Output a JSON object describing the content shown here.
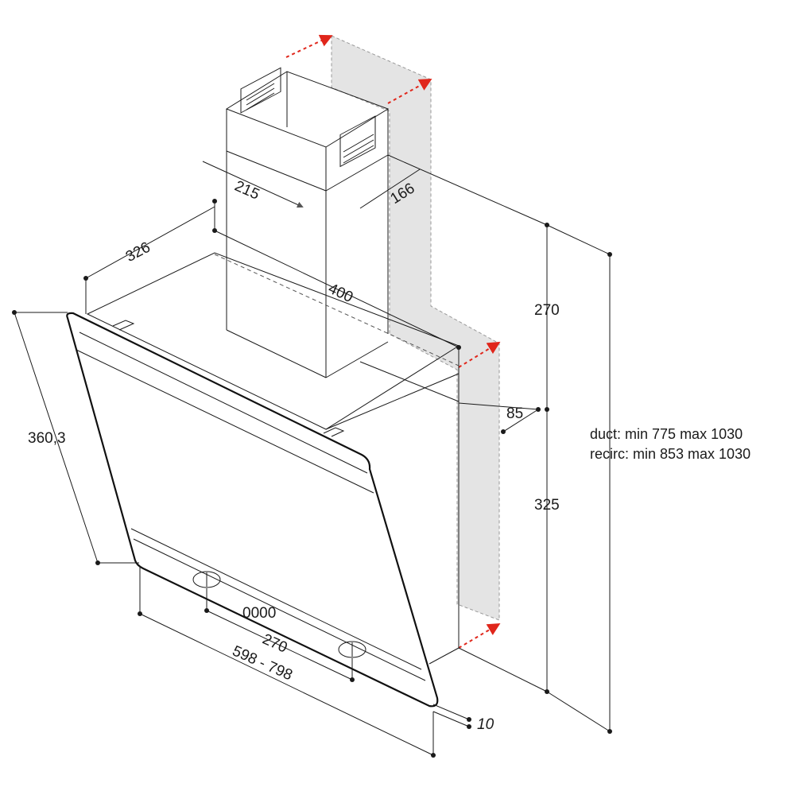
{
  "dimensions": {
    "chimney_width": "215",
    "chimney_depth": "166",
    "hood_depth": "326",
    "hood_top_width": "400",
    "glass_height": "360,3",
    "chimney_height": "270",
    "hood_height": "325",
    "wall_offset": "85",
    "control_spacing": "270",
    "hood_width": "598 - 798",
    "glass_thickness": "10"
  },
  "display_text": "0000",
  "notes": {
    "duct": "duct: min 775 max 1030",
    "recirc": "recirc: min 853 max 1030"
  },
  "colors": {
    "line": "#1a1a1a",
    "wall_fill": "#e4e4e4",
    "arrow": "#e0261b"
  }
}
